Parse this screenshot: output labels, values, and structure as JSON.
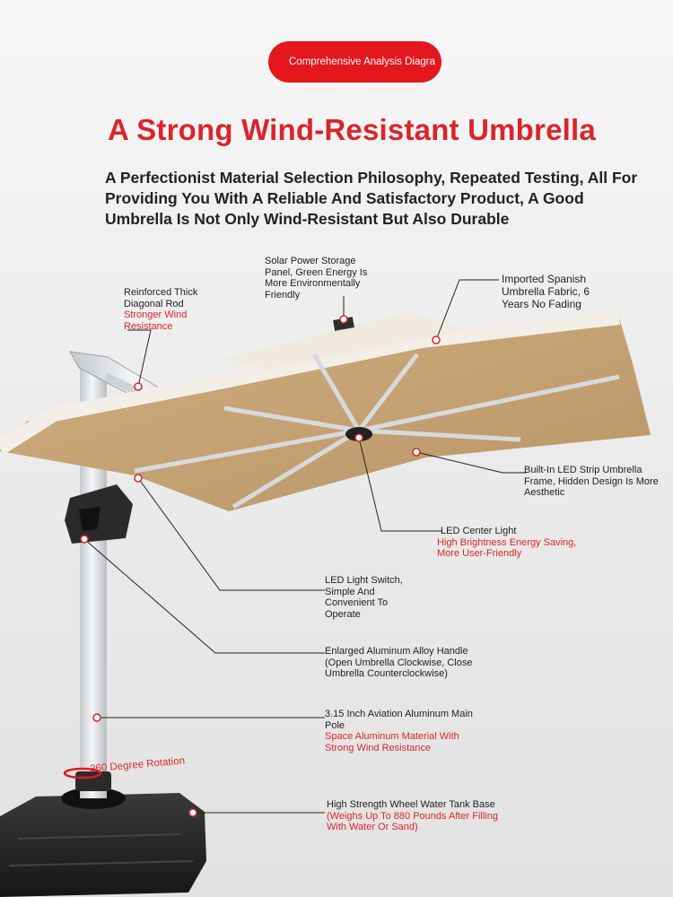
{
  "header": {
    "pill_text": "Comprehensive Analysis Diagra",
    "title": "A Strong Wind-Resistant Umbrella",
    "subtitle": "A Perfectionist Material Selection Philosophy, Repeated Testing, All For Providing You With A Reliable And Satisfactory Product, A Good Umbrella Is Not Only Wind-Resistant But Also Durable"
  },
  "colors": {
    "accent_red": "#e3171c",
    "title_red": "#d8262b",
    "canopy_tan": "#c9a779",
    "pole_silver": "#d9dde0",
    "base_black": "#222222"
  },
  "annotations": {
    "diagonal_rod": {
      "title": "Reinforced Thick Diagonal Rod",
      "detail": "Stronger Wind Resistance"
    },
    "solar_panel": {
      "title": "Solar Power Storage Panel, Green Energy Is More Environmentally Friendly"
    },
    "fabric": {
      "title": "Imported Spanish Umbrella Fabric, 6 Years No Fading"
    },
    "led_strip": {
      "title": "Built-In LED Strip Umbrella Frame, Hidden Design Is More Aesthetic"
    },
    "center_light": {
      "title": "LED Center Light",
      "detail": "High Brightness Energy Saving, More User-Friendly"
    },
    "light_switch": {
      "title": "LED Light Switch, Simple And Convenient To Operate"
    },
    "handle": {
      "title": "Enlarged Aluminum Alloy Handle (Open Umbrella Clockwise, Close Umbrella Counterclockwise)"
    },
    "main_pole": {
      "title": "3.15 Inch Aviation Aluminum Main Pole",
      "detail": "Space Aluminum Material With Strong Wind Resistance"
    },
    "rotation": {
      "title": "360 Degree Rotation"
    },
    "base": {
      "title": "High Strength Wheel Water Tank Base",
      "detail": "(Weighs Up To 880 Pounds After Filling With Water Or Sand)"
    }
  }
}
